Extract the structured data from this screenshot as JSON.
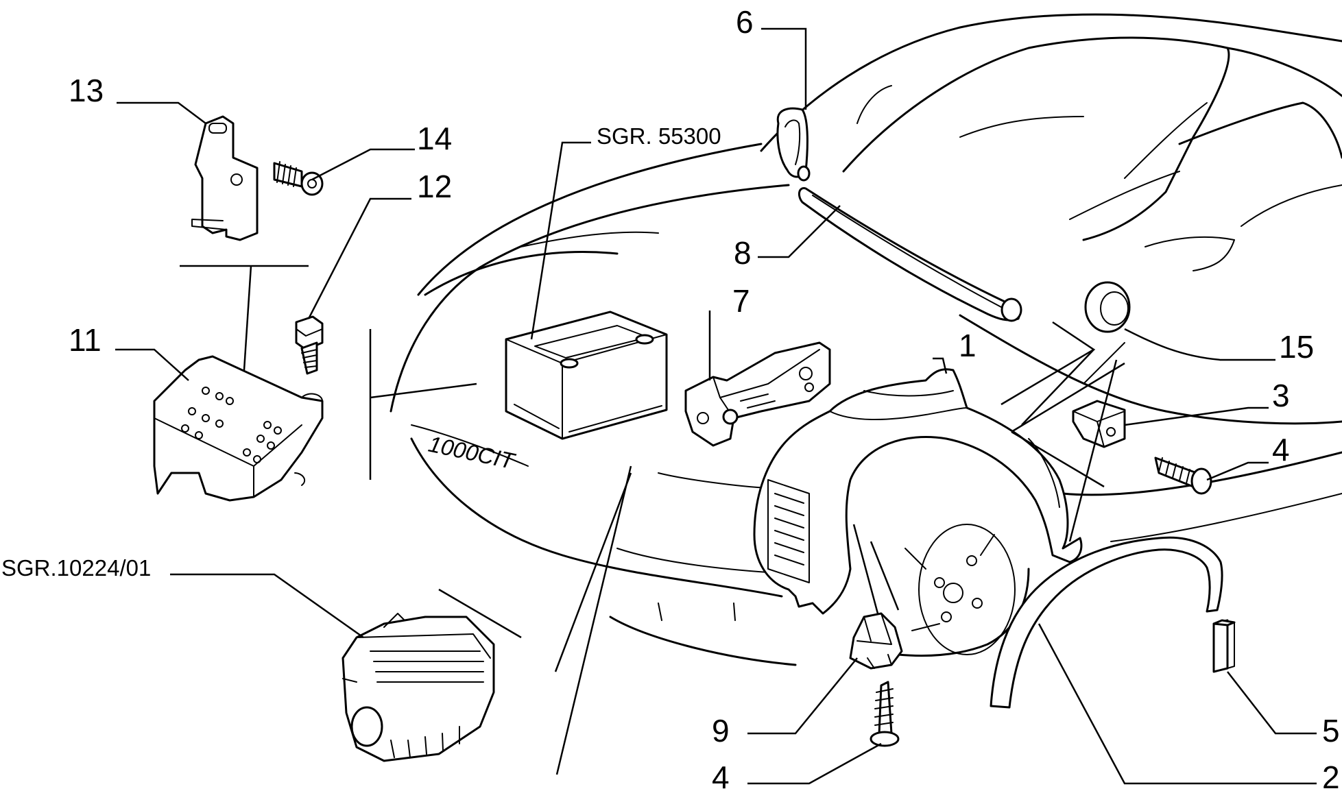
{
  "labels": {
    "l1": "1",
    "l2": "2",
    "l3": "3",
    "l4a": "4",
    "l4b": "4",
    "l5": "5",
    "l6": "6",
    "l7": "7",
    "l8": "8",
    "l9": "9",
    "l11": "11",
    "l12": "12",
    "l13": "13",
    "l14": "14",
    "l15": "15"
  },
  "references": {
    "battery_group": "SGR. 55300",
    "filter_group": "SGR.10224/01"
  },
  "emblem": "1000CIT"
}
